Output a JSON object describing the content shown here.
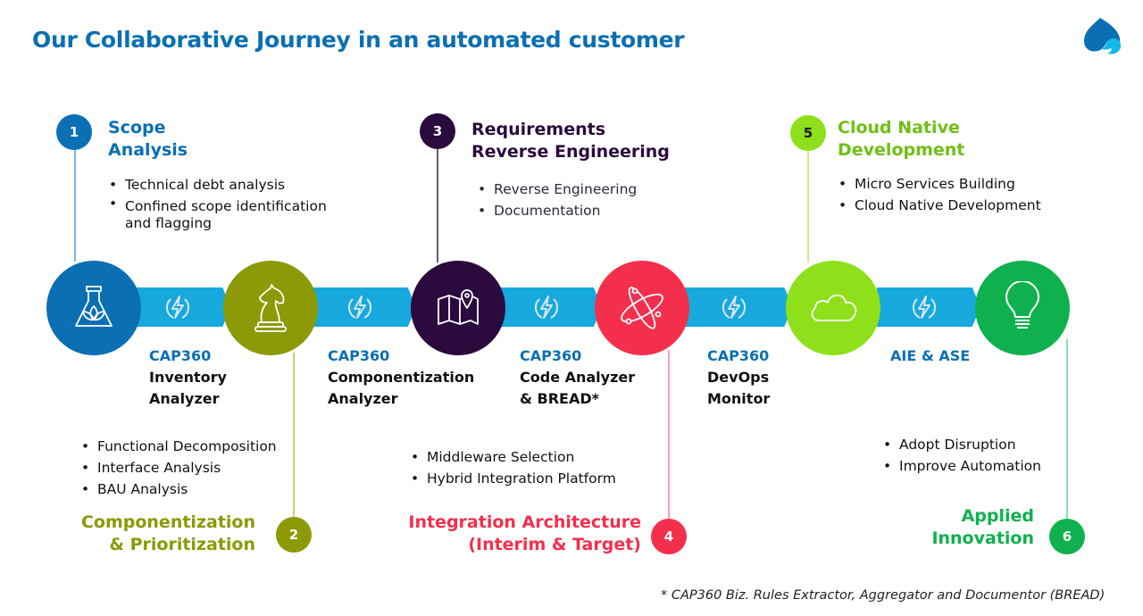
{
  "title": "Our Collaborative Journey in an automated customer",
  "logo": {
    "icon": "spade-logo-icon",
    "colors": [
      "#0a6fb3",
      "#14b8e6"
    ]
  },
  "connector_icon": "lightning-bolt-circle-icon",
  "colors": {
    "arrow": "#17a9dd",
    "phase1": "#0a6fb3",
    "phase2": "#8b9a06",
    "phase3": "#2b0a3d",
    "phase4": "#f42f4c",
    "phase5": "#8fe01a",
    "phase6": "#0fb14e"
  },
  "phases": [
    {
      "number": "1",
      "title_line1": "Scope",
      "title_line2": "Analysis",
      "icon": "flask-plant-icon",
      "bullets": [
        "Technical debt analysis",
        "Confined scope identification and flagging"
      ]
    },
    {
      "number": "2",
      "title_line1": "Componentization",
      "title_line2": "& Prioritization",
      "icon": "chess-knight-icon",
      "bullets": [
        "Functional Decomposition",
        "Interface Analysis",
        "BAU Analysis"
      ]
    },
    {
      "number": "3",
      "title_line1": "Requirements",
      "title_line2": "Reverse Engineering",
      "icon": "map-pin-icon",
      "bullets": [
        "Reverse Engineering",
        "Documentation"
      ]
    },
    {
      "number": "4",
      "title_line1": "Integration Architecture",
      "title_line2": "(Interim & Target)",
      "icon": "atom-icon",
      "bullets": [
        "Middleware Selection",
        "Hybrid Integration Platform"
      ]
    },
    {
      "number": "5",
      "title_line1": "Cloud Native",
      "title_line2": "Development",
      "icon": "cloud-icon",
      "bullets": [
        "Micro Services Building",
        "Cloud Native Development"
      ]
    },
    {
      "number": "6",
      "title_line1": "Applied",
      "title_line2": "Innovation",
      "icon": "light-bulb-icon",
      "bullets": [
        "Adopt Disruption",
        "Improve Automation"
      ]
    }
  ],
  "tools": [
    {
      "brand": "CAP360",
      "line1": "Inventory",
      "line2": "Analyzer"
    },
    {
      "brand": "CAP360",
      "line1": "Componentization",
      "line2": "Analyzer"
    },
    {
      "brand": "CAP360",
      "line1": "Code Analyzer",
      "line2": "& BREAD*"
    },
    {
      "brand": "CAP360",
      "line1": "DevOps",
      "line2": "Monitor"
    },
    {
      "brand": "AIE & ASE",
      "line1": "",
      "line2": ""
    }
  ],
  "footnote": "* CAP360 Biz. Rules Extractor, Aggregator and Documentor (BREAD)"
}
